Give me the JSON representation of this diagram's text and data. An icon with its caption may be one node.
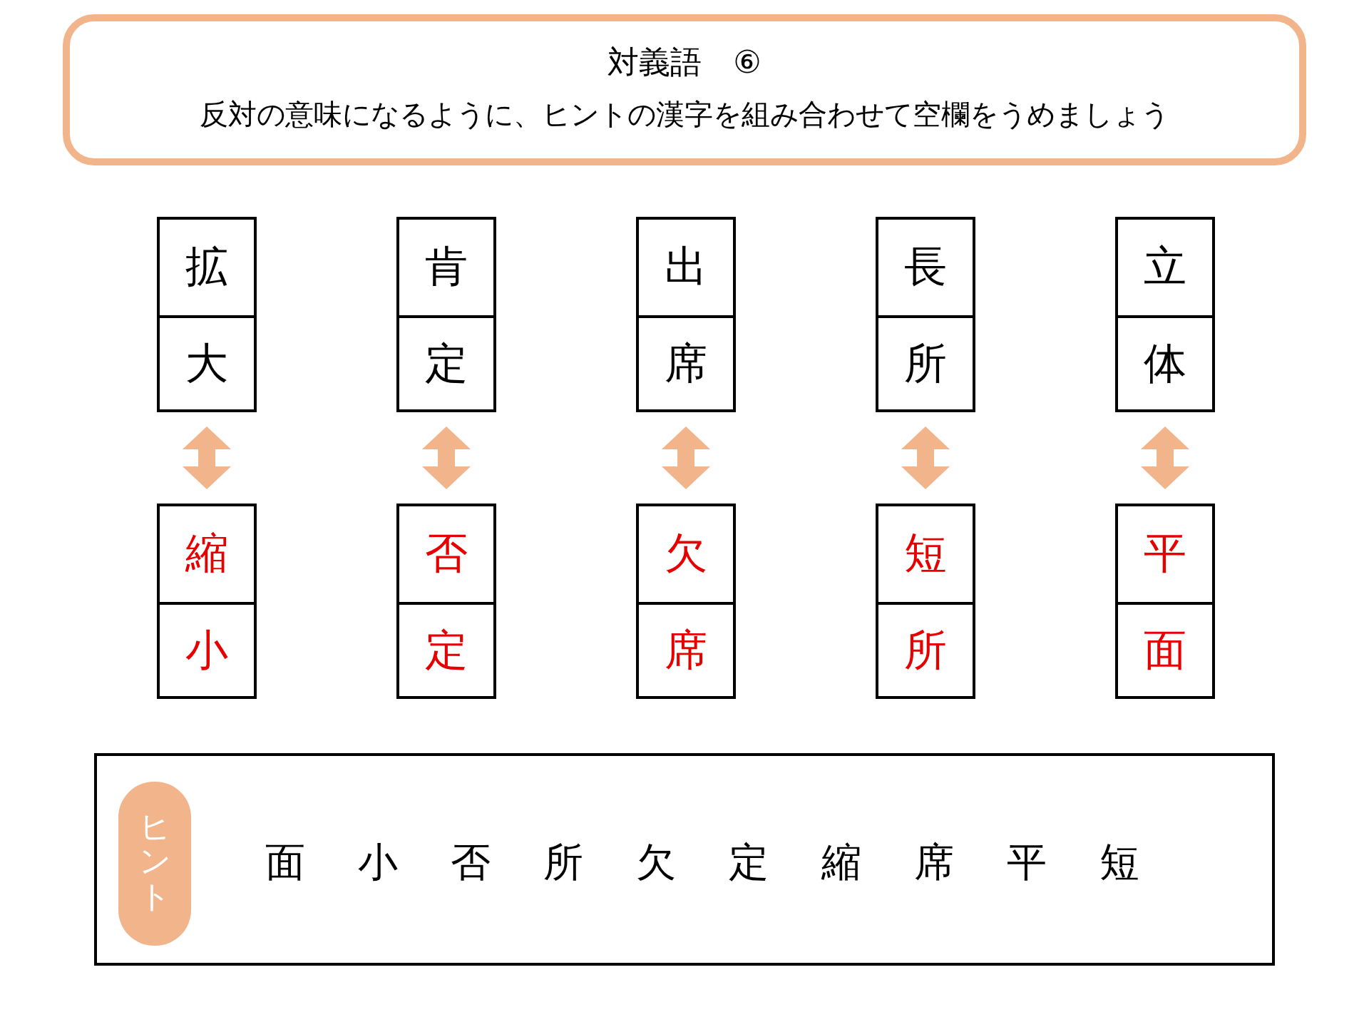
{
  "diagram": {
    "nodes": [
      {
        "text": [
          "対義語　⑥",
          "反対の意味になるように、ヒントの漢字を組み合わせて空欄をうめましょう"
        ]
      },
      {
        "text": [],
        "shape": "box"
      },
      {
        "text": [
          "拡"
        ],
        "in": 1
      },
      {
        "text": [
          "大"
        ],
        "in": 1
      },
      {
        "text": [],
        "shape": "box"
      },
      {
        "text": [
          "肯"
        ],
        "in": 4
      },
      {
        "text": [
          "定"
        ],
        "in": 4
      },
      {
        "text": [],
        "shape": "box"
      },
      {
        "text": [
          "出"
        ],
        "in": 7
      },
      {
        "text": [
          "席"
        ],
        "in": 7
      },
      {
        "text": [],
        "shape": "box"
      },
      {
        "text": [
          "長"
        ],
        "in": 10
      },
      {
        "text": [
          "所"
        ],
        "in": 10
      },
      {
        "text": [],
        "shape": "box"
      },
      {
        "text": [
          "立"
        ],
        "in": 13
      },
      {
        "text": [
          "体"
        ],
        "in": 13
      },
      {
        "text": [],
        "shape": "box"
      },
      {
        "text": [
          "縮"
        ],
        "in": 16
      },
      {
        "text": [
          "小"
        ],
        "in": 16
      },
      {
        "text": [],
        "shape": "box"
      },
      {
        "text": [
          "否"
        ],
        "in": 19
      },
      {
        "text": [
          "定"
        ],
        "in": 19
      },
      {
        "text": [],
        "shape": "box"
      },
      {
        "text": [
          "欠"
        ],
        "in": 22
      },
      {
        "text": [
          "席"
        ],
        "in": 22
      },
      {
        "text": [],
        "shape": "box"
      },
      {
        "text": [
          "短"
        ],
        "in": 25
      },
      {
        "text": [
          "所"
        ],
        "in": 25
      },
      {
        "text": [],
        "shape": "box"
      },
      {
        "text": [
          "平"
        ],
        "in": 28
      },
      {
        "text": [
          "面"
        ],
        "in": 28
      },
      {
        "text": [
          "面",
          "小",
          "否",
          "所",
          "欠",
          "定",
          "縮",
          "席",
          "平",
          "短"
        ]
      },
      {
        "text": [
          "ヒント"
        ],
        "in": 31
      }
    ],
    "edges": [
      {
        "from": 1,
        "to": 16,
        "arrow": "both"
      },
      {
        "from": 4,
        "to": 19,
        "arrow": "both"
      },
      {
        "from": 7,
        "to": 22,
        "arrow": "both"
      },
      {
        "from": 10,
        "to": 25,
        "arrow": "both"
      },
      {
        "from": 13,
        "to": 28,
        "arrow": "both"
      }
    ]
  }
}
